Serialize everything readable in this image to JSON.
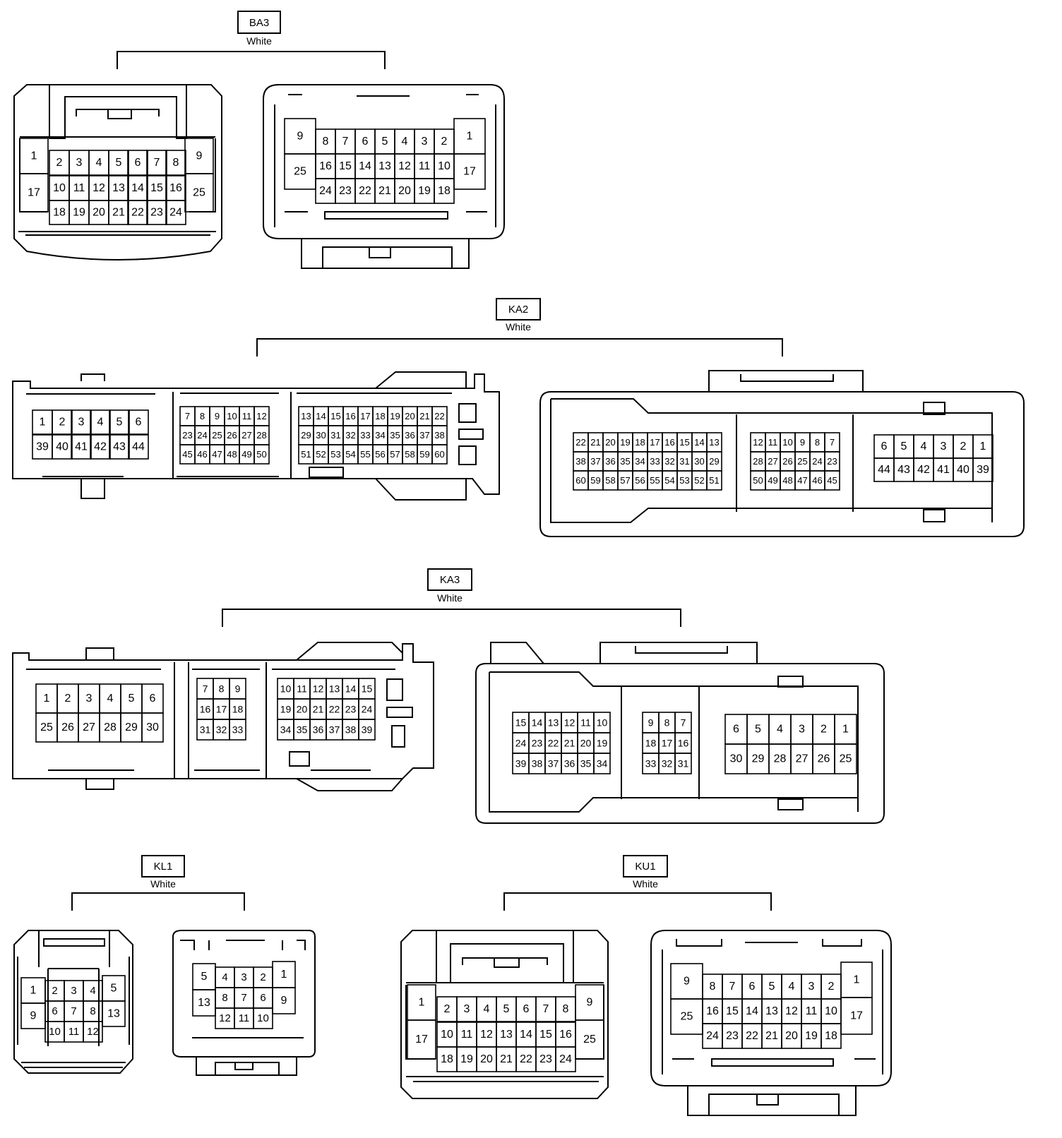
{
  "colors": {
    "line": "#000000",
    "background": "#ffffff"
  },
  "connectors": [
    {
      "code": "BA3",
      "color": "White",
      "views": [
        {
          "side": "male",
          "pins": [
            "1",
            "2",
            "3",
            "4",
            "5",
            "6",
            "7",
            "8",
            "9",
            "17",
            "10",
            "11",
            "12",
            "13",
            "14",
            "15",
            "16",
            "25",
            "18",
            "19",
            "20",
            "21",
            "22",
            "23",
            "24"
          ]
        },
        {
          "side": "female",
          "pins": [
            "9",
            "8",
            "7",
            "6",
            "5",
            "4",
            "3",
            "2",
            "1",
            "25",
            "16",
            "15",
            "14",
            "13",
            "12",
            "11",
            "10",
            "17",
            "24",
            "23",
            "22",
            "21",
            "20",
            "19",
            "18"
          ]
        }
      ]
    },
    {
      "code": "KA2",
      "color": "White",
      "views": [
        {
          "side": "male",
          "pins": [
            "1",
            "2",
            "3",
            "4",
            "5",
            "6",
            "39",
            "40",
            "41",
            "42",
            "43",
            "44",
            "7",
            "8",
            "9",
            "10",
            "11",
            "12",
            "23",
            "24",
            "25",
            "26",
            "27",
            "28",
            "45",
            "46",
            "47",
            "48",
            "49",
            "50",
            "13",
            "14",
            "15",
            "16",
            "17",
            "18",
            "19",
            "20",
            "21",
            "22",
            "29",
            "30",
            "31",
            "32",
            "33",
            "34",
            "35",
            "36",
            "37",
            "38",
            "51",
            "52",
            "53",
            "54",
            "55",
            "56",
            "57",
            "58",
            "59",
            "60"
          ]
        },
        {
          "side": "female",
          "pins": [
            "22",
            "21",
            "20",
            "19",
            "18",
            "17",
            "16",
            "15",
            "14",
            "13",
            "38",
            "37",
            "36",
            "35",
            "34",
            "33",
            "32",
            "31",
            "30",
            "29",
            "60",
            "59",
            "58",
            "57",
            "56",
            "55",
            "54",
            "53",
            "52",
            "51",
            "12",
            "11",
            "10",
            "9",
            "8",
            "7",
            "28",
            "27",
            "26",
            "25",
            "24",
            "23",
            "50",
            "49",
            "48",
            "47",
            "46",
            "45",
            "6",
            "5",
            "4",
            "3",
            "2",
            "1",
            "44",
            "43",
            "42",
            "41",
            "40",
            "39"
          ]
        }
      ]
    },
    {
      "code": "KA3",
      "color": "White",
      "views": [
        {
          "side": "male",
          "pins": [
            "1",
            "2",
            "3",
            "4",
            "5",
            "6",
            "25",
            "26",
            "27",
            "28",
            "29",
            "30",
            "7",
            "8",
            "9",
            "16",
            "17",
            "18",
            "31",
            "32",
            "33",
            "10",
            "11",
            "12",
            "13",
            "14",
            "15",
            "19",
            "20",
            "21",
            "22",
            "23",
            "24",
            "34",
            "35",
            "36",
            "37",
            "38",
            "39"
          ]
        },
        {
          "side": "female",
          "pins": [
            "15",
            "14",
            "13",
            "12",
            "11",
            "10",
            "24",
            "23",
            "22",
            "21",
            "20",
            "19",
            "39",
            "38",
            "37",
            "36",
            "35",
            "34",
            "9",
            "8",
            "7",
            "18",
            "17",
            "16",
            "33",
            "32",
            "31",
            "6",
            "5",
            "4",
            "3",
            "2",
            "1",
            "30",
            "29",
            "28",
            "27",
            "26",
            "25"
          ]
        }
      ]
    },
    {
      "code": "KL1",
      "color": "White",
      "views": [
        {
          "side": "male",
          "pins": [
            "1",
            "9",
            "2",
            "3",
            "4",
            "6",
            "7",
            "8",
            "10",
            "11",
            "12",
            "5",
            "13"
          ]
        },
        {
          "side": "female",
          "pins": [
            "5",
            "13",
            "4",
            "3",
            "2",
            "8",
            "7",
            "6",
            "12",
            "11",
            "10",
            "1",
            "9"
          ]
        }
      ]
    },
    {
      "code": "KU1",
      "color": "White",
      "views": [
        {
          "side": "male",
          "pins": [
            "1",
            "2",
            "3",
            "4",
            "5",
            "6",
            "7",
            "8",
            "9",
            "17",
            "10",
            "11",
            "12",
            "13",
            "14",
            "15",
            "16",
            "25",
            "18",
            "19",
            "20",
            "21",
            "22",
            "23",
            "24"
          ]
        },
        {
          "side": "female",
          "pins": [
            "9",
            "8",
            "7",
            "6",
            "5",
            "4",
            "3",
            "2",
            "1",
            "25",
            "16",
            "15",
            "14",
            "13",
            "12",
            "11",
            "10",
            "17",
            "24",
            "23",
            "22",
            "21",
            "20",
            "19",
            "18"
          ]
        }
      ]
    }
  ]
}
